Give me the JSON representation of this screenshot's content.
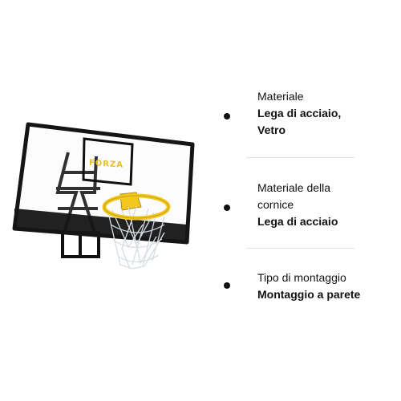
{
  "product": {
    "brand": "FORZA",
    "brand_color": "#e6c12a",
    "rim_color": "#f2c81f",
    "frame_color": "#111111"
  },
  "specs": [
    {
      "label": "Materiale",
      "value": "Lega di acciaio,\nVetro"
    },
    {
      "label": "Materiale della\ncornice",
      "value": "Lega di acciaio"
    },
    {
      "label": "Tipo di montaggio",
      "value": "Montaggio a parete"
    }
  ]
}
